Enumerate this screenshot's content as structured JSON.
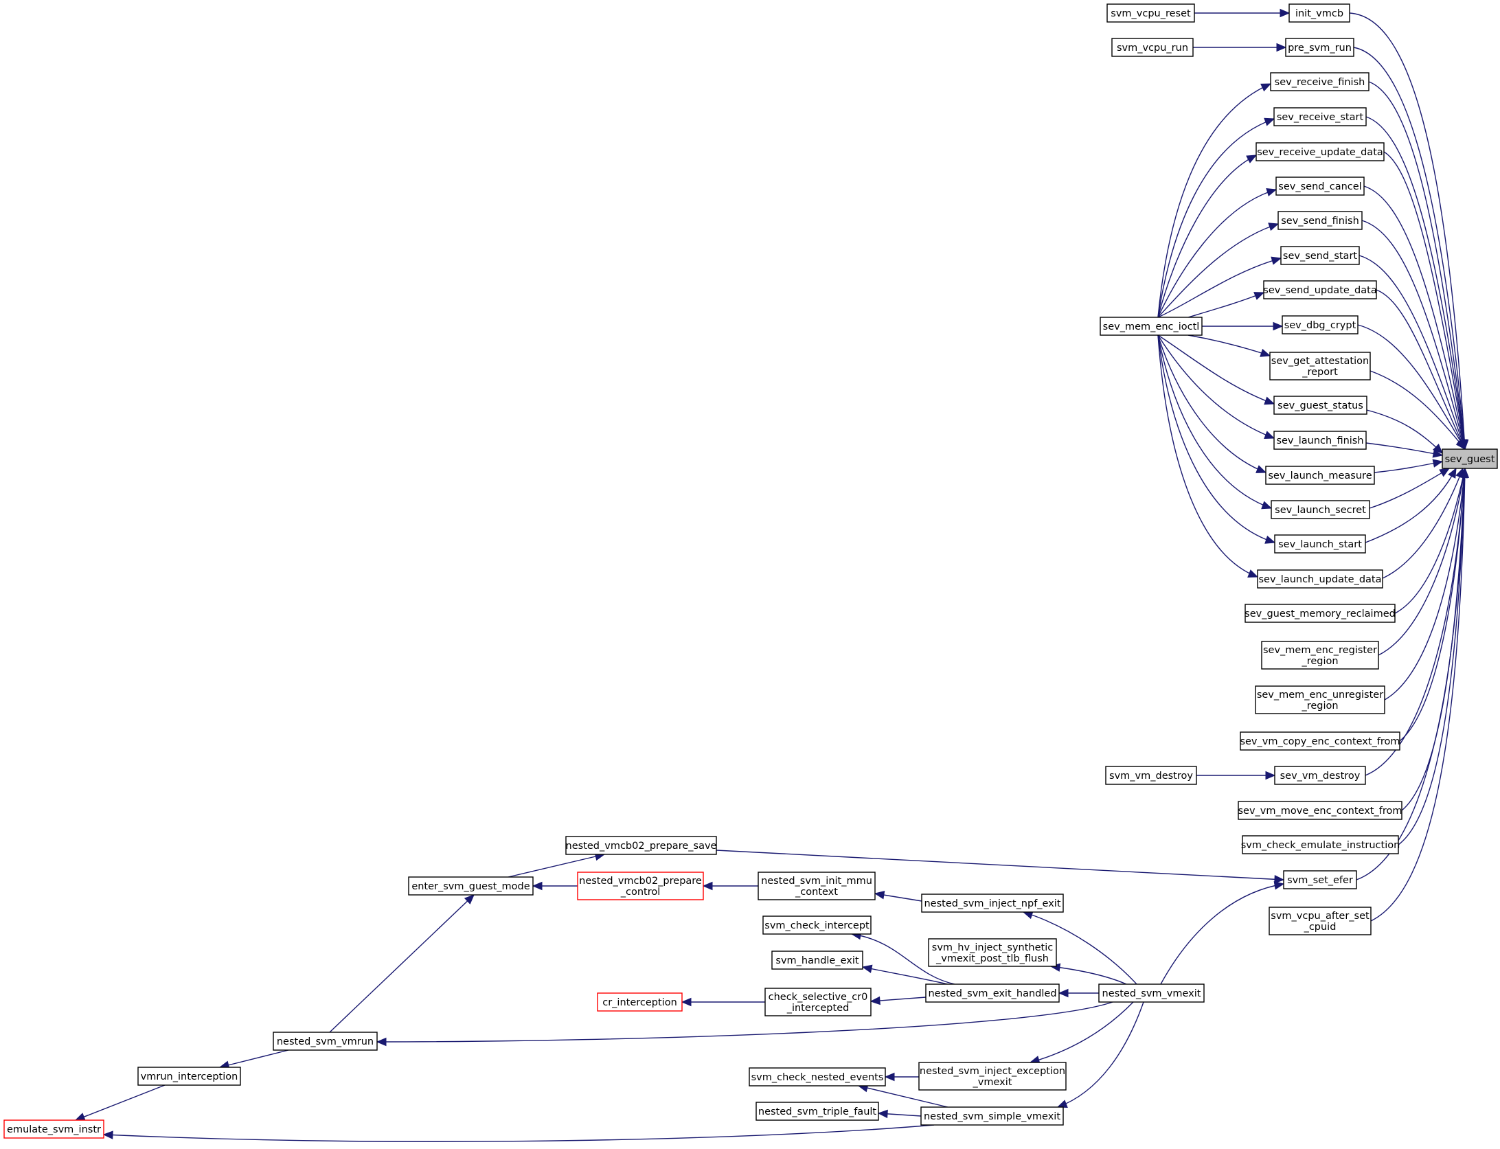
{
  "graph": {
    "type": "caller-graph",
    "focus_node": "sev_guest",
    "colors": {
      "edge": "#191970",
      "node_border": "#000000",
      "truncated_node_border": "#ff0000",
      "focus_fill": "#bfbfbf",
      "node_fill": "#ffffff"
    },
    "nodes": [
      {
        "id": "sev_guest",
        "lines": [
          "sev_guest"
        ],
        "focus": true
      },
      {
        "id": "init_vmcb",
        "lines": [
          "init_vmcb"
        ]
      },
      {
        "id": "svm_vcpu_reset",
        "lines": [
          "svm_vcpu_reset"
        ]
      },
      {
        "id": "pre_svm_run",
        "lines": [
          "pre_svm_run"
        ]
      },
      {
        "id": "svm_vcpu_run",
        "lines": [
          "svm_vcpu_run"
        ]
      },
      {
        "id": "sev_receive_finish",
        "lines": [
          "sev_receive_finish"
        ]
      },
      {
        "id": "sev_receive_start",
        "lines": [
          "sev_receive_start"
        ]
      },
      {
        "id": "sev_receive_update_data",
        "lines": [
          "sev_receive_update_data"
        ]
      },
      {
        "id": "sev_send_cancel",
        "lines": [
          "sev_send_cancel"
        ]
      },
      {
        "id": "sev_send_finish",
        "lines": [
          "sev_send_finish"
        ]
      },
      {
        "id": "sev_send_start",
        "lines": [
          "sev_send_start"
        ]
      },
      {
        "id": "sev_send_update_data",
        "lines": [
          "sev_send_update_data"
        ]
      },
      {
        "id": "sev_dbg_crypt",
        "lines": [
          "sev_dbg_crypt"
        ]
      },
      {
        "id": "sev_get_attestation_report",
        "lines": [
          "sev_get_attestation",
          "_report"
        ]
      },
      {
        "id": "sev_guest_status",
        "lines": [
          "sev_guest_status"
        ]
      },
      {
        "id": "sev_launch_finish",
        "lines": [
          "sev_launch_finish"
        ]
      },
      {
        "id": "sev_launch_measure",
        "lines": [
          "sev_launch_measure"
        ]
      },
      {
        "id": "sev_launch_secret",
        "lines": [
          "sev_launch_secret"
        ]
      },
      {
        "id": "sev_launch_start",
        "lines": [
          "sev_launch_start"
        ]
      },
      {
        "id": "sev_launch_update_data",
        "lines": [
          "sev_launch_update_data"
        ]
      },
      {
        "id": "sev_mem_enc_ioctl",
        "lines": [
          "sev_mem_enc_ioctl"
        ]
      },
      {
        "id": "sev_guest_memory_reclaimed",
        "lines": [
          "sev_guest_memory_reclaimed"
        ]
      },
      {
        "id": "sev_mem_enc_register_region",
        "lines": [
          "sev_mem_enc_register",
          "_region"
        ]
      },
      {
        "id": "sev_mem_enc_unregister_region",
        "lines": [
          "sev_mem_enc_unregister",
          "_region"
        ]
      },
      {
        "id": "sev_vm_copy_enc_context_from",
        "lines": [
          "sev_vm_copy_enc_context_from"
        ]
      },
      {
        "id": "sev_vm_destroy",
        "lines": [
          "sev_vm_destroy"
        ]
      },
      {
        "id": "svm_vm_destroy",
        "lines": [
          "svm_vm_destroy"
        ]
      },
      {
        "id": "sev_vm_move_enc_context_from",
        "lines": [
          "sev_vm_move_enc_context_from"
        ]
      },
      {
        "id": "svm_check_emulate_instruction",
        "lines": [
          "svm_check_emulate_instruction"
        ]
      },
      {
        "id": "svm_set_efer",
        "lines": [
          "svm_set_efer"
        ]
      },
      {
        "id": "svm_vcpu_after_set_cpuid",
        "lines": [
          "svm_vcpu_after_set",
          "_cpuid"
        ]
      },
      {
        "id": "nested_vmcb02_prepare_save",
        "lines": [
          "nested_vmcb02_prepare_save"
        ]
      },
      {
        "id": "enter_svm_guest_mode",
        "lines": [
          "enter_svm_guest_mode"
        ]
      },
      {
        "id": "nested_vmcb02_prepare_control",
        "lines": [
          "nested_vmcb02_prepare",
          "_control"
        ],
        "truncated": true
      },
      {
        "id": "nested_svm_init_mmu_context",
        "lines": [
          "nested_svm_init_mmu",
          "_context"
        ]
      },
      {
        "id": "nested_svm_inject_npf_exit",
        "lines": [
          "nested_svm_inject_npf_exit"
        ]
      },
      {
        "id": "svm_check_intercept",
        "lines": [
          "svm_check_intercept"
        ]
      },
      {
        "id": "svm_hv_inject_synthetic_vmexit_post_tlb_flush",
        "lines": [
          "svm_hv_inject_synthetic",
          "_vmexit_post_tlb_flush"
        ]
      },
      {
        "id": "svm_handle_exit",
        "lines": [
          "svm_handle_exit"
        ]
      },
      {
        "id": "nested_svm_exit_handled",
        "lines": [
          "nested_svm_exit_handled"
        ]
      },
      {
        "id": "nested_svm_vmexit",
        "lines": [
          "nested_svm_vmexit"
        ]
      },
      {
        "id": "cr_interception",
        "lines": [
          "cr_interception"
        ],
        "truncated": true
      },
      {
        "id": "check_selective_cr0_intercepted",
        "lines": [
          "check_selective_cr0",
          "_intercepted"
        ]
      },
      {
        "id": "nested_svm_vmrun",
        "lines": [
          "nested_svm_vmrun"
        ]
      },
      {
        "id": "vmrun_interception",
        "lines": [
          "vmrun_interception"
        ]
      },
      {
        "id": "svm_check_nested_events",
        "lines": [
          "svm_check_nested_events"
        ]
      },
      {
        "id": "nested_svm_inject_exception_vmexit",
        "lines": [
          "nested_svm_inject_exception",
          "_vmexit"
        ]
      },
      {
        "id": "nested_svm_triple_fault",
        "lines": [
          "nested_svm_triple_fault"
        ]
      },
      {
        "id": "nested_svm_simple_vmexit",
        "lines": [
          "nested_svm_simple_vmexit"
        ]
      },
      {
        "id": "emulate_svm_instr",
        "lines": [
          "emulate_svm_instr"
        ],
        "truncated": true
      }
    ],
    "edges": [
      {
        "from": "init_vmcb",
        "to": "sev_guest"
      },
      {
        "from": "svm_vcpu_reset",
        "to": "init_vmcb"
      },
      {
        "from": "pre_svm_run",
        "to": "sev_guest"
      },
      {
        "from": "svm_vcpu_run",
        "to": "pre_svm_run"
      },
      {
        "from": "sev_receive_finish",
        "to": "sev_guest"
      },
      {
        "from": "sev_mem_enc_ioctl",
        "to": "sev_receive_finish"
      },
      {
        "from": "sev_receive_start",
        "to": "sev_guest"
      },
      {
        "from": "sev_mem_enc_ioctl",
        "to": "sev_receive_start"
      },
      {
        "from": "sev_receive_update_data",
        "to": "sev_guest"
      },
      {
        "from": "sev_mem_enc_ioctl",
        "to": "sev_receive_update_data"
      },
      {
        "from": "sev_send_cancel",
        "to": "sev_guest"
      },
      {
        "from": "sev_mem_enc_ioctl",
        "to": "sev_send_cancel"
      },
      {
        "from": "sev_send_finish",
        "to": "sev_guest"
      },
      {
        "from": "sev_mem_enc_ioctl",
        "to": "sev_send_finish"
      },
      {
        "from": "sev_send_start",
        "to": "sev_guest"
      },
      {
        "from": "sev_mem_enc_ioctl",
        "to": "sev_send_start"
      },
      {
        "from": "sev_send_update_data",
        "to": "sev_guest"
      },
      {
        "from": "sev_mem_enc_ioctl",
        "to": "sev_send_update_data"
      },
      {
        "from": "sev_dbg_crypt",
        "to": "sev_guest"
      },
      {
        "from": "sev_mem_enc_ioctl",
        "to": "sev_dbg_crypt"
      },
      {
        "from": "sev_get_attestation_report",
        "to": "sev_guest"
      },
      {
        "from": "sev_mem_enc_ioctl",
        "to": "sev_get_attestation_report"
      },
      {
        "from": "sev_guest_status",
        "to": "sev_guest"
      },
      {
        "from": "sev_mem_enc_ioctl",
        "to": "sev_guest_status"
      },
      {
        "from": "sev_launch_finish",
        "to": "sev_guest"
      },
      {
        "from": "sev_mem_enc_ioctl",
        "to": "sev_launch_finish"
      },
      {
        "from": "sev_launch_measure",
        "to": "sev_guest"
      },
      {
        "from": "sev_mem_enc_ioctl",
        "to": "sev_launch_measure"
      },
      {
        "from": "sev_launch_secret",
        "to": "sev_guest"
      },
      {
        "from": "sev_mem_enc_ioctl",
        "to": "sev_launch_secret"
      },
      {
        "from": "sev_launch_start",
        "to": "sev_guest"
      },
      {
        "from": "sev_mem_enc_ioctl",
        "to": "sev_launch_start"
      },
      {
        "from": "sev_launch_update_data",
        "to": "sev_guest"
      },
      {
        "from": "sev_mem_enc_ioctl",
        "to": "sev_launch_update_data"
      },
      {
        "from": "sev_guest_memory_reclaimed",
        "to": "sev_guest"
      },
      {
        "from": "sev_mem_enc_register_region",
        "to": "sev_guest"
      },
      {
        "from": "sev_mem_enc_unregister_region",
        "to": "sev_guest"
      },
      {
        "from": "sev_vm_copy_enc_context_from",
        "to": "sev_guest"
      },
      {
        "from": "sev_vm_destroy",
        "to": "sev_guest"
      },
      {
        "from": "svm_vm_destroy",
        "to": "sev_vm_destroy"
      },
      {
        "from": "sev_vm_move_enc_context_from",
        "to": "sev_guest"
      },
      {
        "from": "svm_check_emulate_instruction",
        "to": "sev_guest"
      },
      {
        "from": "svm_set_efer",
        "to": "sev_guest"
      },
      {
        "from": "svm_vcpu_after_set_cpuid",
        "to": "sev_guest"
      },
      {
        "from": "nested_vmcb02_prepare_save",
        "to": "svm_set_efer"
      },
      {
        "from": "enter_svm_guest_mode",
        "to": "nested_vmcb02_prepare_save"
      },
      {
        "from": "nested_vmcb02_prepare_control",
        "to": "enter_svm_guest_mode"
      },
      {
        "from": "nested_svm_init_mmu_context",
        "to": "nested_vmcb02_prepare_control"
      },
      {
        "from": "nested_svm_inject_npf_exit",
        "to": "nested_svm_init_mmu_context"
      },
      {
        "from": "nested_svm_vmexit",
        "to": "svm_set_efer"
      },
      {
        "from": "nested_svm_vmexit",
        "to": "nested_svm_inject_npf_exit"
      },
      {
        "from": "nested_svm_vmexit",
        "to": "svm_hv_inject_synthetic_vmexit_post_tlb_flush"
      },
      {
        "from": "nested_svm_vmexit",
        "to": "nested_svm_exit_handled"
      },
      {
        "from": "nested_svm_exit_handled",
        "to": "svm_check_intercept"
      },
      {
        "from": "nested_svm_exit_handled",
        "to": "svm_handle_exit"
      },
      {
        "from": "nested_svm_exit_handled",
        "to": "check_selective_cr0_intercepted"
      },
      {
        "from": "check_selective_cr0_intercepted",
        "to": "cr_interception"
      },
      {
        "from": "nested_svm_vmexit",
        "to": "nested_svm_vmrun"
      },
      {
        "from": "nested_svm_vmrun",
        "to": "enter_svm_guest_mode"
      },
      {
        "from": "nested_svm_vmrun",
        "to": "vmrun_interception"
      },
      {
        "from": "vmrun_interception",
        "to": "emulate_svm_instr"
      },
      {
        "from": "nested_svm_vmexit",
        "to": "nested_svm_inject_exception_vmexit"
      },
      {
        "from": "nested_svm_inject_exception_vmexit",
        "to": "svm_check_nested_events"
      },
      {
        "from": "nested_svm_vmexit",
        "to": "nested_svm_simple_vmexit"
      },
      {
        "from": "nested_svm_simple_vmexit",
        "to": "svm_check_nested_events"
      },
      {
        "from": "nested_svm_simple_vmexit",
        "to": "nested_svm_triple_fault"
      },
      {
        "from": "nested_svm_simple_vmexit",
        "to": "emulate_svm_instr"
      }
    ]
  }
}
